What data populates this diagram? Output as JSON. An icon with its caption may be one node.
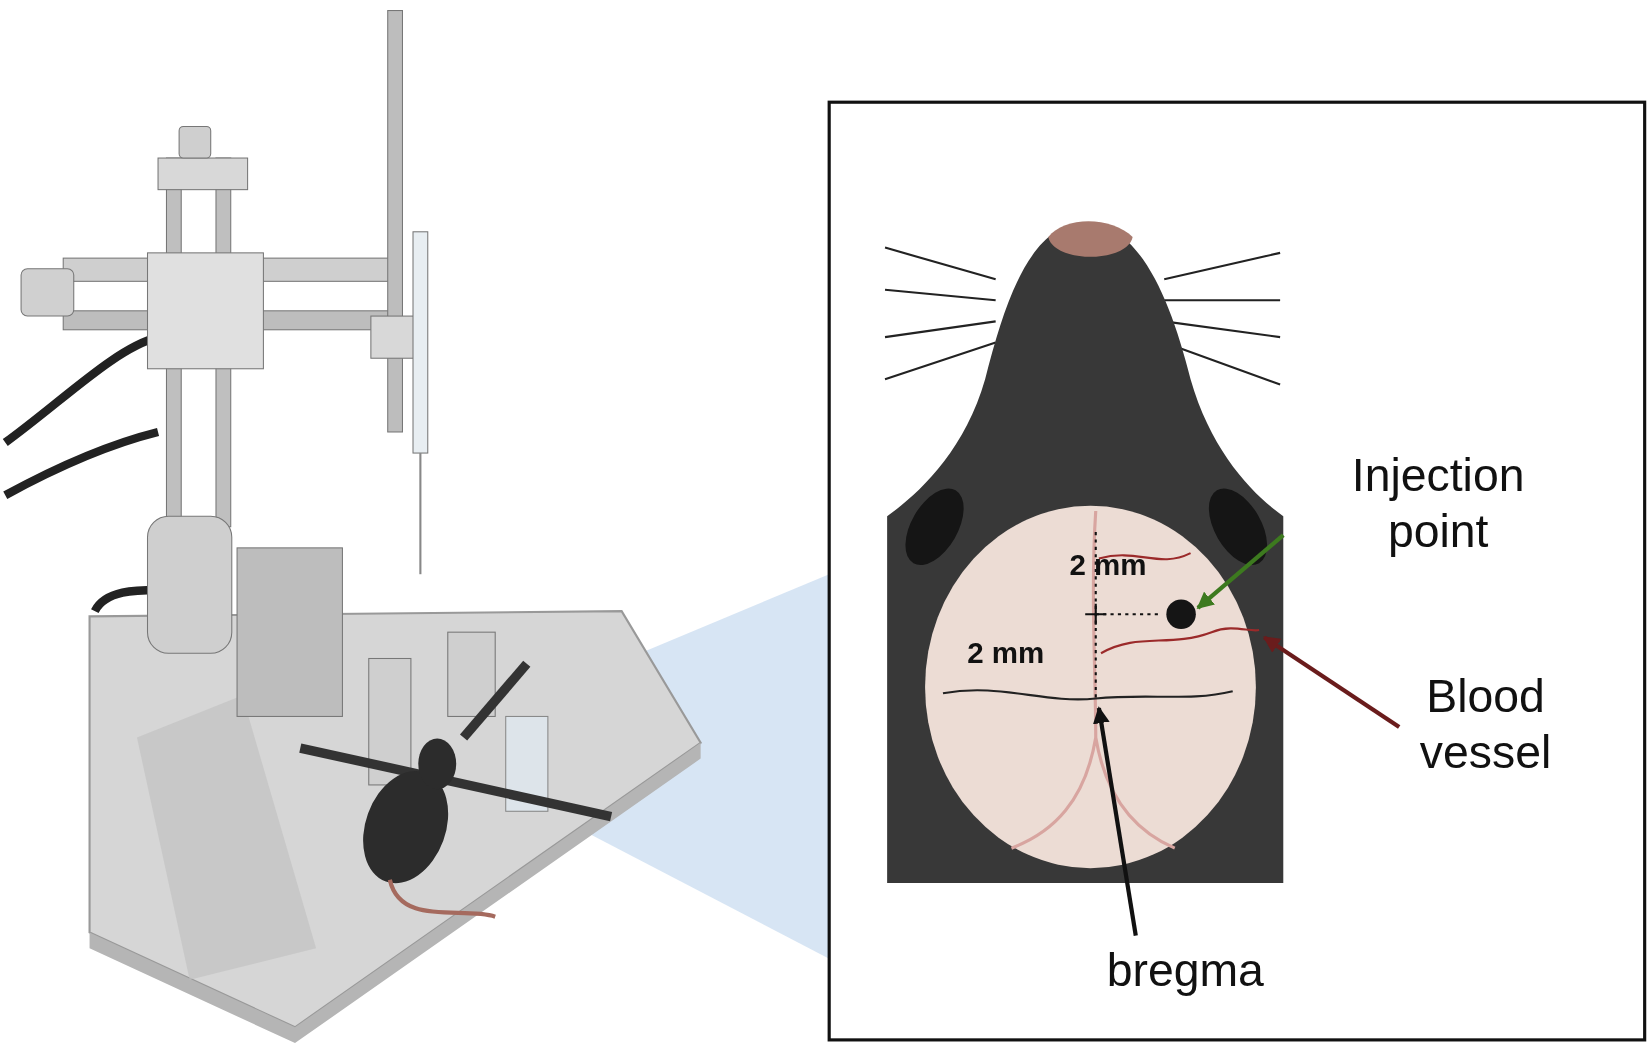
{
  "diagram": {
    "nodes": [
      {
        "text": [
          "Injection point"
        ]
      },
      {
        "text": [],
        "shape": "circle"
      },
      {
        "text": [
          "Blood vessel"
        ]
      },
      {
        "text": [],
        "shape": "line"
      },
      {
        "text": [
          "bregma"
        ]
      }
    ],
    "edges": [
      {
        "from": 0,
        "to": 1,
        "arrow": "to",
        "color": "#3d7a1f"
      },
      {
        "from": 2,
        "to": 3,
        "arrow": "to",
        "color": "#6a1c1c"
      },
      {
        "from": 4,
        "to": null,
        "arrow": "to",
        "color": "#111111"
      }
    ],
    "labels": [
      "2 mm",
      "2 mm"
    ]
  }
}
